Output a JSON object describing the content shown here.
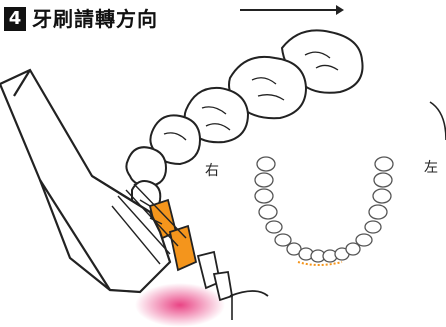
{
  "step": {
    "number": "4",
    "title": "牙刷請轉方向"
  },
  "diagram": {
    "right_label": "右",
    "left_label": "左"
  },
  "colors": {
    "highlight": "#f4951c",
    "gum": "#e83a7e",
    "outline": "#222222"
  }
}
